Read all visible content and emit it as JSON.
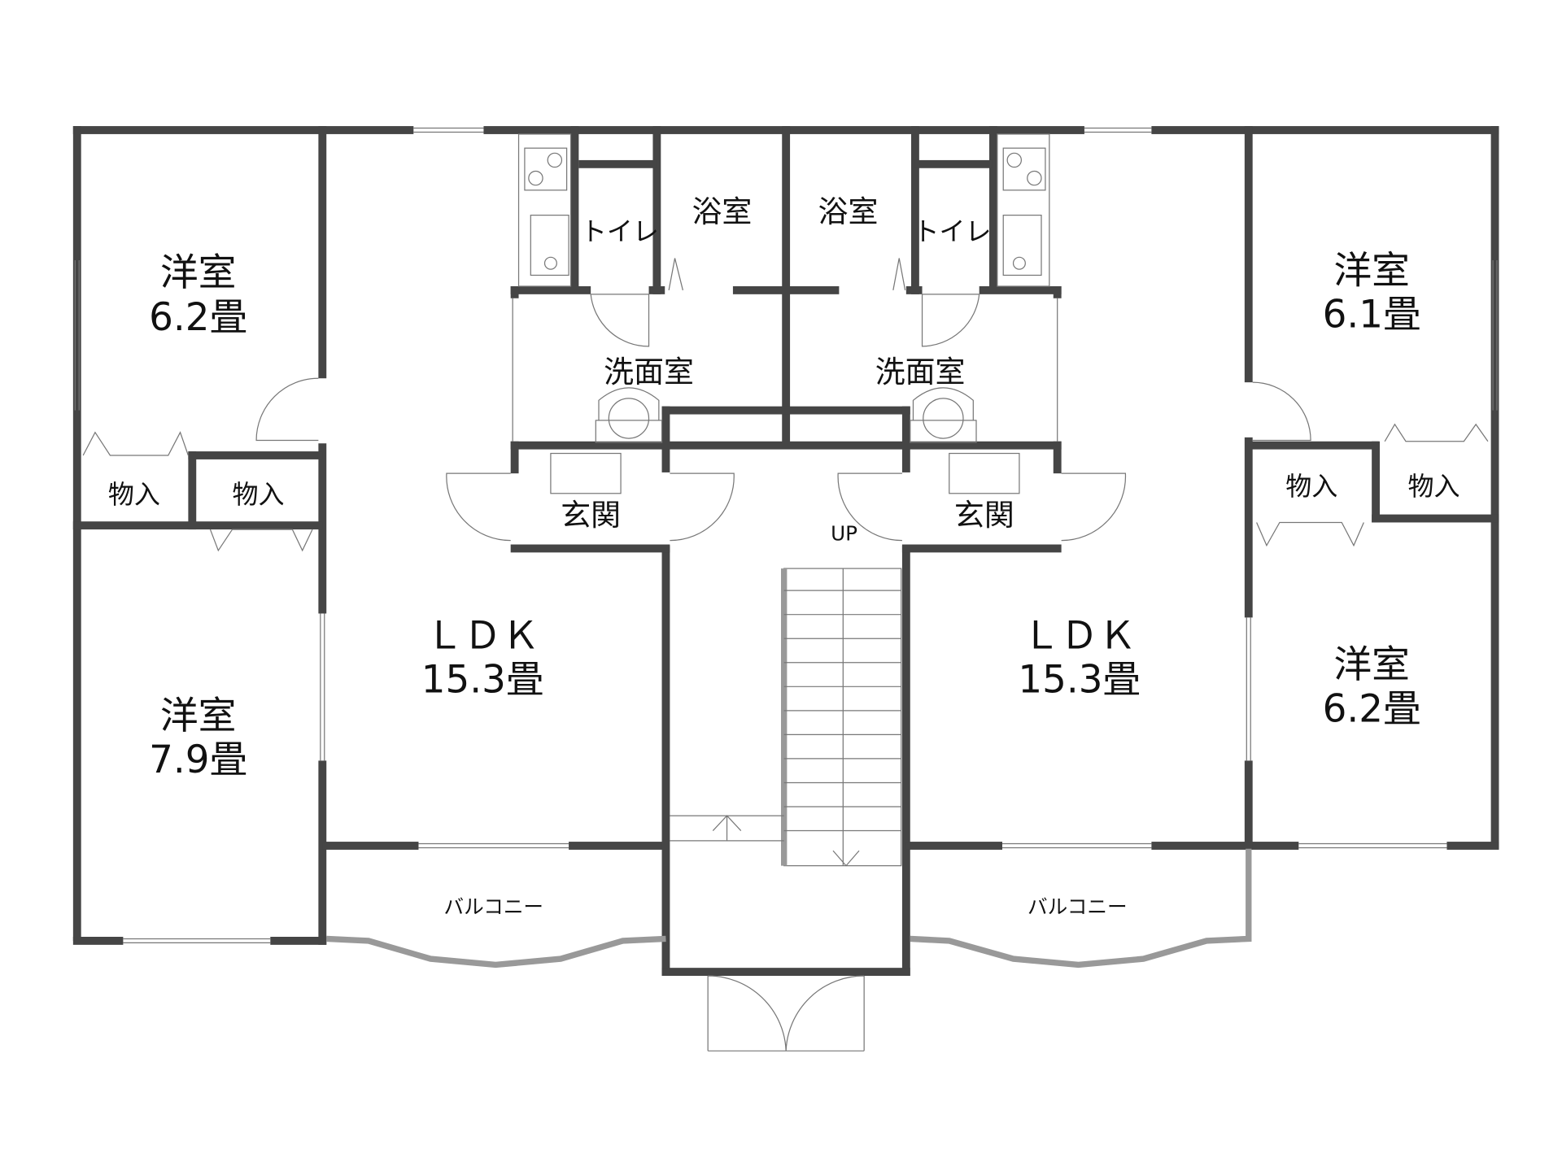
{
  "plan": {
    "left_unit": {
      "bedroom_top": {
        "name": "洋室",
        "size": "6.2畳"
      },
      "bedroom_bottom": {
        "name": "洋室",
        "size": "7.9畳"
      },
      "closet_1": "物入",
      "closet_2": "物入",
      "ldk": {
        "name": "ＬＤＫ",
        "size": "15.3畳"
      },
      "toilet": "トイレ",
      "bath": "浴室",
      "washroom": "洗面室",
      "entrance": "玄関",
      "balcony": "バルコニー"
    },
    "right_unit": {
      "bedroom_top": {
        "name": "洋室",
        "size": "6.1畳"
      },
      "bedroom_bottom": {
        "name": "洋室",
        "size": "6.2畳"
      },
      "closet_1": "物入",
      "closet_2": "物入",
      "ldk": {
        "name": "ＬＤＫ",
        "size": "15.3畳"
      },
      "toilet": "トイレ",
      "bath": "浴室",
      "washroom": "洗面室",
      "entrance": "玄関",
      "balcony": "バルコニー"
    },
    "stairs_label": "UP"
  }
}
